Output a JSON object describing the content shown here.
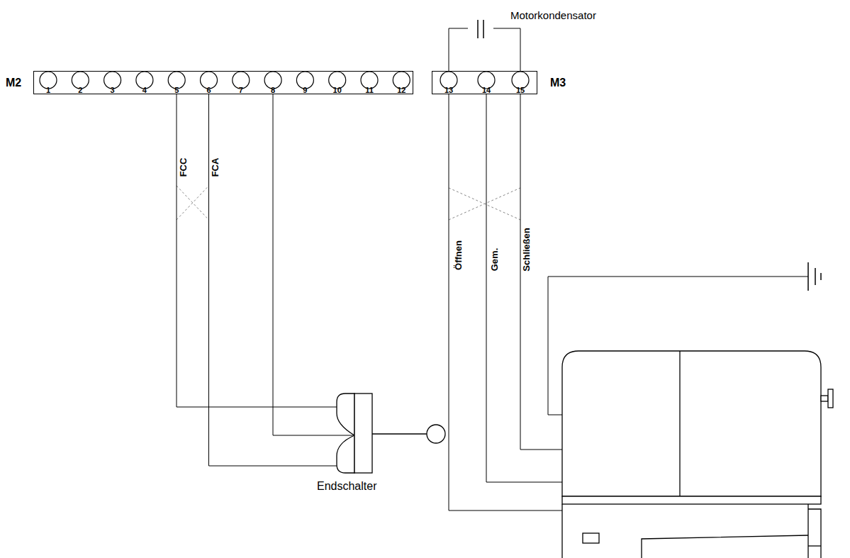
{
  "diagram": {
    "nodes": [
      {
        "text": [
          "Motorkondensator"
        ]
      },
      {
        "text": [
          "M2"
        ]
      },
      {
        "text": [
          "M3"
        ]
      },
      {
        "text": [
          "Endschalter"
        ]
      }
    ],
    "edges": [
      {
        "from": 1,
        "to": 3,
        "arrow": "none",
        "label": "FCC"
      },
      {
        "from": 1,
        "to": 3,
        "arrow": "none",
        "label": "FCA"
      },
      {
        "from": 1,
        "to": 3,
        "arrow": "none"
      },
      {
        "from": 2,
        "to": 0,
        "arrow": "none"
      },
      {
        "from": 2,
        "to": 0,
        "arrow": "none"
      }
    ],
    "labels": [
      "1",
      "2",
      "3",
      "4",
      "5",
      "6",
      "7",
      "8",
      "9",
      "10",
      "11",
      "12",
      "13",
      "14",
      "15",
      "Öffnen",
      "Gem.",
      "Schließen"
    ]
  }
}
